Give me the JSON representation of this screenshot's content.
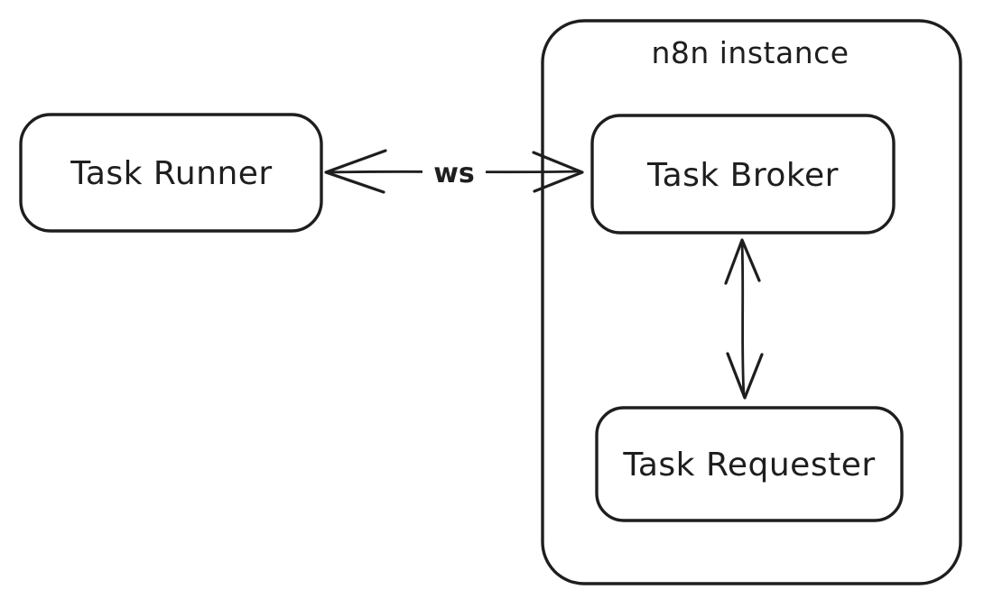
{
  "canvas": {
    "background": "#ffffff",
    "stroke_color": "#1e1e1e"
  },
  "nodes": {
    "task_runner": {
      "label": "Task Runner"
    },
    "n8n_instance": {
      "label": "n8n instance"
    },
    "task_broker": {
      "label": "Task Broker"
    },
    "task_requester": {
      "label": "Task Requester"
    }
  },
  "edges": {
    "runner_broker": {
      "label": "ws",
      "type": "bidirectional",
      "from": "Task Runner",
      "to": "Task Broker"
    },
    "broker_requester": {
      "type": "bidirectional",
      "from": "Task Broker",
      "to": "Task Requester"
    }
  }
}
